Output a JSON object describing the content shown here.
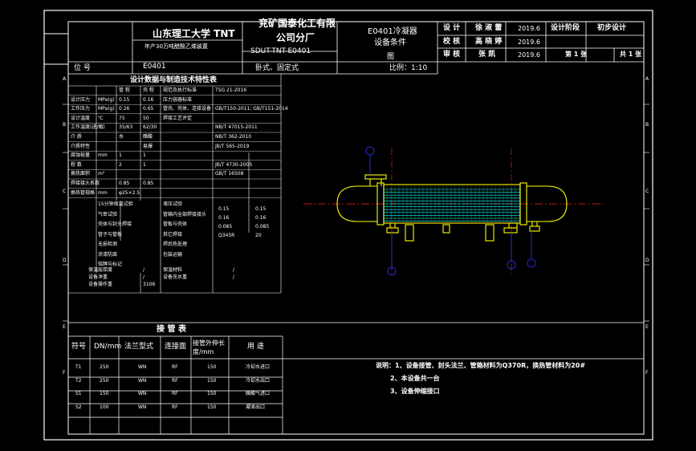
{
  "title_block": {
    "university": "山东理工大学  TNT",
    "project": "年产30万吨醋酸乙烯装置",
    "company_line1": "兖矿国泰化工有限",
    "company_line2": "公司分厂",
    "drawing_code": "SDUT-TNT-E0401",
    "drawing_name_line1": "E0401冷凝器",
    "drawing_name_line2": "设备条件",
    "drawing_name_line3": "图",
    "roles": [
      {
        "role": "设 计",
        "name": "徐 淑 蕾",
        "date": "2019.6"
      },
      {
        "role": "校 核",
        "name": "高 晓 婷",
        "date": "2019.6"
      },
      {
        "role": "审 核",
        "name": "张 凯",
        "date": "2019.6"
      }
    ],
    "stage_label": "设计阶段",
    "stage_value": "初步设计",
    "sheet_label": "第 1 张",
    "total_label": "共 1 张",
    "position_label": "位     号",
    "position_value": "E0401",
    "type_text": "卧式、固定式",
    "scale_text": "比例：1:10"
  },
  "design_table": {
    "title": "设计数据与制造技术特性表",
    "rows": [
      [
        "",
        "",
        "管 程",
        "壳 程",
        "规范及执行标准",
        "TSG 21-2016"
      ],
      [
        "设计压力",
        "MPa(g)",
        "0.15",
        "0.16",
        "压力容器标准",
        ""
      ],
      [
        "工作压力",
        "MPa(g)",
        "0.26",
        "0.65",
        "管壳、壳体、连接设备",
        "GB/T150-2011; GB/T151-2014"
      ],
      [
        "设计温度",
        "℃",
        "75",
        "50",
        "焊接工艺评定",
        ""
      ],
      [
        "工作温度(进/出)",
        "℃",
        "35/63",
        "62/30",
        "",
        "NB/T 47015-2011"
      ],
      [
        "介 质",
        "",
        "水",
        "醋酸",
        "",
        "NB/T 362-2010"
      ],
      [
        "介质特性",
        "",
        "",
        "易爆",
        "",
        "JB/T 565-2019"
      ],
      [
        "腐蚀裕量",
        "mm",
        "1",
        "1",
        "",
        ""
      ],
      [
        "程 数",
        "",
        "2",
        "1",
        "",
        "JB/T 4730-2005"
      ],
      [
        "换热面积",
        "m²",
        "",
        "",
        "",
        "GB/T 16508"
      ],
      [
        "焊接接头系数",
        "",
        "0.85",
        "0.85",
        "",
        ""
      ],
      [
        "换热管规格",
        "mm",
        "φ25×2.5",
        "",
        "",
        ""
      ]
    ],
    "notes": [
      "15分钟保温试验",
      "液压试验",
      "气密试验",
      "管箱内全部焊接接头",
      "壳体与封头焊接",
      "管板与壳体",
      "管子与管板",
      "其它焊接",
      "无损检测",
      "焊后热处理",
      "涂漆防腐",
      "包装运输",
      "铭牌与标记"
    ],
    "values": [
      "0.15",
      "0.15",
      "0.16",
      "0.16",
      "0.085",
      "0.085",
      "Q345R",
      "20"
    ],
    "footer_rows": [
      [
        "保温层厚度",
        "/",
        "保温材料",
        "/"
      ],
      [
        "设备净重",
        "/",
        "设备充水重",
        "/"
      ],
      [
        "设备操作重",
        "3106",
        "",
        ""
      ]
    ]
  },
  "nozzle_table": {
    "title": "接 管 表",
    "headers": [
      "符号",
      "DN/mm",
      "法兰型式",
      "连接面",
      "接管外伸长度/mm",
      "用 途"
    ],
    "rows": [
      {
        "sym": "T1",
        "dn": "250",
        "flange": "WN",
        "face": "RF",
        "len": "150",
        "use": "冷却水进口"
      },
      {
        "sym": "T2",
        "dn": "250",
        "flange": "WN",
        "face": "RF",
        "len": "150",
        "use": "冷却水出口"
      },
      {
        "sym": "S1",
        "dn": "150",
        "flange": "WN",
        "face": "RF",
        "len": "150",
        "use": "醋酸气进口"
      },
      {
        "sym": "S2",
        "dn": "100",
        "flange": "WN",
        "face": "RF",
        "len": "150",
        "use": "凝液出口"
      }
    ]
  },
  "notes": {
    "lines": [
      "说明：1、设备接管、封头法兰、管箱材料为Q370R，换热管材料为20#",
      "2、本设备共一台",
      "3、设备伸缩接口"
    ]
  },
  "frame_marks": {
    "left": [
      "A",
      "B",
      "C",
      "D",
      "E",
      "F"
    ],
    "right": [
      "A",
      "B",
      "C",
      "D",
      "E",
      "F"
    ]
  },
  "colors": {
    "background": "#000000",
    "line": "#ffffff",
    "vessel": "#ffff00",
    "tubes": "#00ffff",
    "centerline": "#ff2020",
    "callout": "#3030ff"
  }
}
